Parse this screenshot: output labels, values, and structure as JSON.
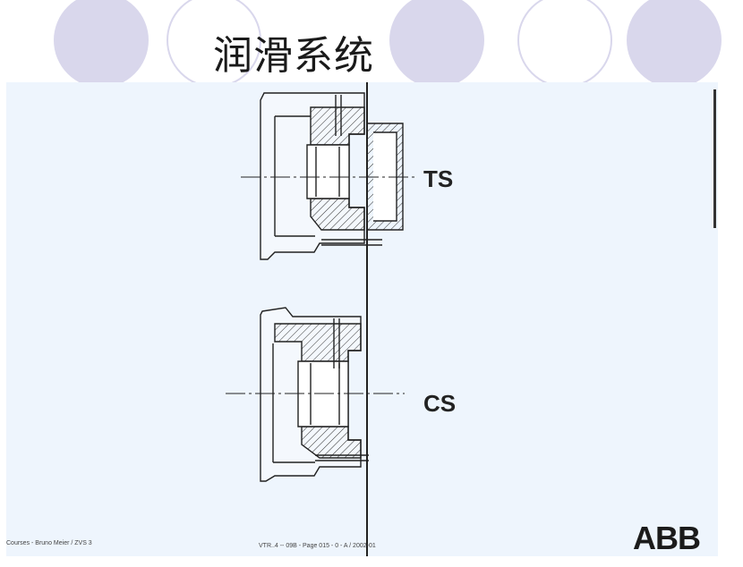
{
  "title": "润滑系统",
  "diagram": {
    "label_top": "TS",
    "label_bottom": "CS"
  },
  "footer": {
    "left": "Courses - Bruno Meier / ZVS 3",
    "center": "VTR..4 -- 09B - Page 015 - 0 - A / 2002-01"
  },
  "logo": "ABB",
  "colors": {
    "circle": "#d9d7ec",
    "scan_background": "#eef5fd",
    "ink": "#222222"
  }
}
